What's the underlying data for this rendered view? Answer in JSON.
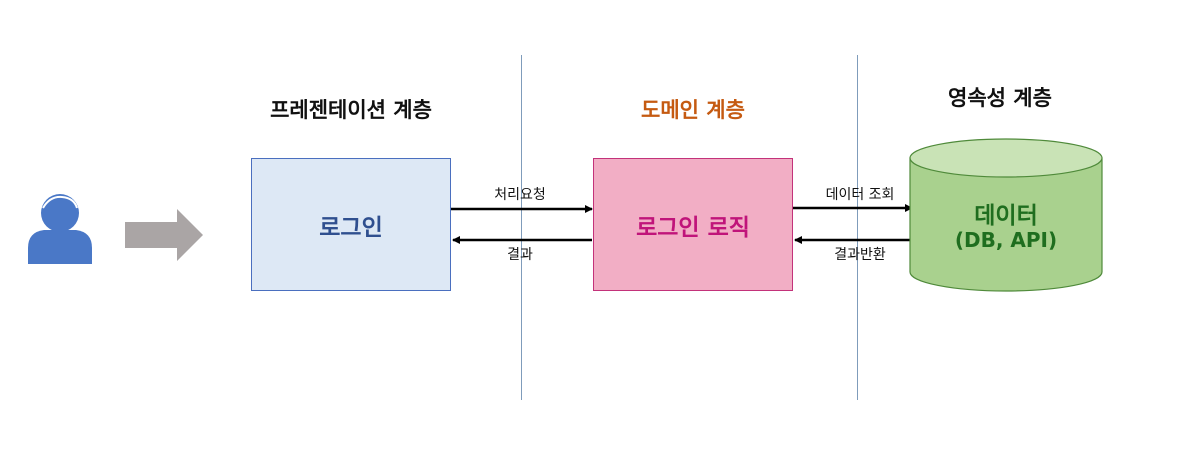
{
  "layers": {
    "presentation": "프레젠테이션 계층",
    "domain": "도메인 계층",
    "persistence": "영속성 계층"
  },
  "boxes": {
    "login": "로그인",
    "login_logic": "로그인 로직",
    "db_title": "데이터",
    "db_subtitle": "(DB, API)"
  },
  "edges": {
    "request": "처리요청",
    "result": "결과",
    "data_query": "데이터 조회",
    "result_return": "결과반환"
  },
  "icons": {
    "user": "user-icon",
    "arrow": "right-arrow-icon"
  },
  "colors": {
    "presentation_box": "#dde8f5",
    "domain_box": "#f2aec5",
    "domain_title": "#c55a11",
    "database": "#a9d18e"
  }
}
